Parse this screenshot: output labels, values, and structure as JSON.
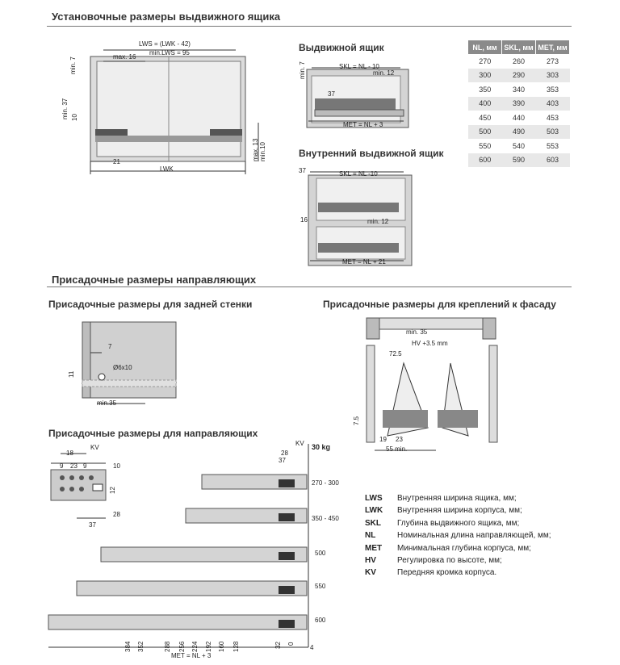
{
  "sections": {
    "install_title": "Установочные размеры выдвижного ящика",
    "drill_title": "Присадочные размеры направляющих"
  },
  "subtitles": {
    "drawer": "Выдвижной ящик",
    "inner_drawer": "Внутренний выдвижной ящик",
    "rear_wall": "Присадочные размеры для задней стенки",
    "front_fix": "Присадочные размеры для креплений к фасаду",
    "rails": "Присадочные размеры для направляющих"
  },
  "table": {
    "headers": [
      "NL, мм",
      "SKL, мм",
      "MET, мм"
    ],
    "rows": [
      [
        "270",
        "260",
        "273"
      ],
      [
        "300",
        "290",
        "303"
      ],
      [
        "350",
        "340",
        "353"
      ],
      [
        "400",
        "390",
        "403"
      ],
      [
        "450",
        "440",
        "453"
      ],
      [
        "500",
        "490",
        "503"
      ],
      [
        "550",
        "540",
        "553"
      ],
      [
        "600",
        "590",
        "603"
      ]
    ]
  },
  "dims": {
    "lws": "LWS = (LWK - 42)",
    "min_lws": "min.LWS = 95",
    "max16": "max. 16",
    "min7": "min. 7",
    "min37": "min. 37",
    "ten": "10",
    "max13": "max. 13",
    "min10": "min.10",
    "twentyone": "21",
    "lwk": "LWK",
    "skl10": "SKL = NL - 10",
    "min12": "min. 12",
    "thirtyseven": "37",
    "met3": "MET = NL + 3",
    "skl10b": "SKL = NL -10",
    "sixteen": "16",
    "min12b": "min. 12",
    "met21": "MET = NL + 21",
    "seven": "7",
    "eleven": "11",
    "hole": "Ø6x10",
    "min35": "min.35",
    "min35b": "min. 35",
    "hv": "HV +3.5 mm",
    "r72": "72.5",
    "d75": "7.5",
    "d19": "19",
    "d23": "23",
    "min55": "55 min.",
    "d18": "18",
    "kv": "KV",
    "d9a": "9",
    "d23b": "23",
    "d9b": "9",
    "d10": "10",
    "d12": "12",
    "d28": "28",
    "d37": "37",
    "kv2": "KV",
    "d28b": "28",
    "d37b": "37",
    "kg": "30 kg",
    "met_bottom": "MET = NL + 3",
    "d4": "4"
  },
  "rail_lengths": [
    "270 - 300",
    "350 - 450",
    "500",
    "550",
    "600"
  ],
  "x_ticks": [
    "384",
    "352",
    "288",
    "256",
    "224",
    "192",
    "160",
    "128",
    "32",
    "0"
  ],
  "legend": [
    {
      "abbr": "LWS",
      "text": "Внутренняя ширина ящика, мм;"
    },
    {
      "abbr": "LWK",
      "text": "Внутренняя ширина корпуса, мм;"
    },
    {
      "abbr": "SKL",
      "text": "Глубина выдвижного ящика, мм;"
    },
    {
      "abbr": "NL",
      "text": "Номинальная длина направляющей, мм;"
    },
    {
      "abbr": "MET",
      "text": "Минимальная глубина корпуса, мм;"
    },
    {
      "abbr": "HV",
      "text": "Регулировка по высоте, мм;"
    },
    {
      "abbr": "KV",
      "text": "Передняя кромка корпуса."
    }
  ],
  "colors": {
    "panel": "#c8c8c8",
    "panel_light": "#e2e2e2",
    "line": "#555555",
    "table_head": "#8a8a8a"
  }
}
